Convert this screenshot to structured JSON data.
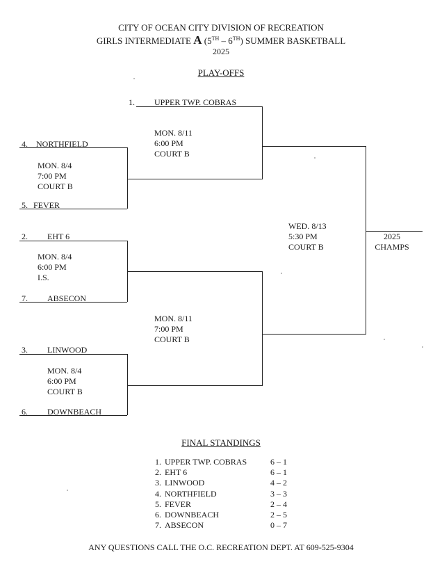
{
  "header": {
    "line1": "CITY OF OCEAN CITY DIVISION OF RECREATION",
    "line2_pre": "GIRLS INTERMEDIATE ",
    "line2_letter": "A",
    "line2_p1": " (5",
    "line2_sup1": "TH",
    "line2_p2": " – 6",
    "line2_sup2": "TH",
    "line2_post": ") SUMMER BASKETBALL",
    "year": "2025",
    "playoffs": "PLAY-OFFS"
  },
  "bracket": {
    "seed1": {
      "num": "1.",
      "team": "UPPER TWP. COBRAS"
    },
    "seed4": {
      "num": "4.",
      "team": "NORTHFIELD"
    },
    "seed5": {
      "num": "5.",
      "team": "FEVER"
    },
    "seed2": {
      "num": "2.",
      "team": "EHT 6"
    },
    "seed7": {
      "num": "7.",
      "team": "ABSECON"
    },
    "seed3": {
      "num": "3.",
      "team": "LINWOOD"
    },
    "seed6": {
      "num": "6.",
      "team": "DOWNBEACH"
    },
    "game_4v5": {
      "day": "MON. 8/4",
      "time": "7:00 PM",
      "court": "COURT B"
    },
    "game_2v7": {
      "day": "MON. 8/4",
      "time": "6:00 PM",
      "court": "I.S."
    },
    "game_3v6": {
      "day": "MON. 8/4",
      "time": "6:00 PM",
      "court": "COURT B"
    },
    "semi_top": {
      "day": "MON. 8/11",
      "time": "6:00 PM",
      "court": "COURT B"
    },
    "semi_bottom": {
      "day": "MON. 8/11",
      "time": "7:00 PM",
      "court": "COURT B"
    },
    "final": {
      "day": "WED. 8/13",
      "time": "5:30 PM",
      "court": "COURT B"
    },
    "champ": {
      "year": "2025",
      "label": "CHAMPS"
    }
  },
  "standings": {
    "title": "FINAL STANDINGS",
    "rows": [
      {
        "rank": "1.",
        "team": "UPPER TWP. COBRAS",
        "record": "6 – 1"
      },
      {
        "rank": "2.",
        "team": "EHT 6",
        "record": "6 – 1"
      },
      {
        "rank": "3.",
        "team": "LINWOOD",
        "record": "4 – 2"
      },
      {
        "rank": "4.",
        "team": "NORTHFIELD",
        "record": "3 – 3"
      },
      {
        "rank": "5.",
        "team": "FEVER",
        "record": "2 – 4"
      },
      {
        "rank": "6.",
        "team": "DOWNBEACH",
        "record": "2 – 5"
      },
      {
        "rank": "7.",
        "team": "ABSECON",
        "record": "0 – 7"
      }
    ]
  },
  "footer": "ANY QUESTIONS CALL THE O.C. RECREATION DEPT. AT 609-525-9304"
}
